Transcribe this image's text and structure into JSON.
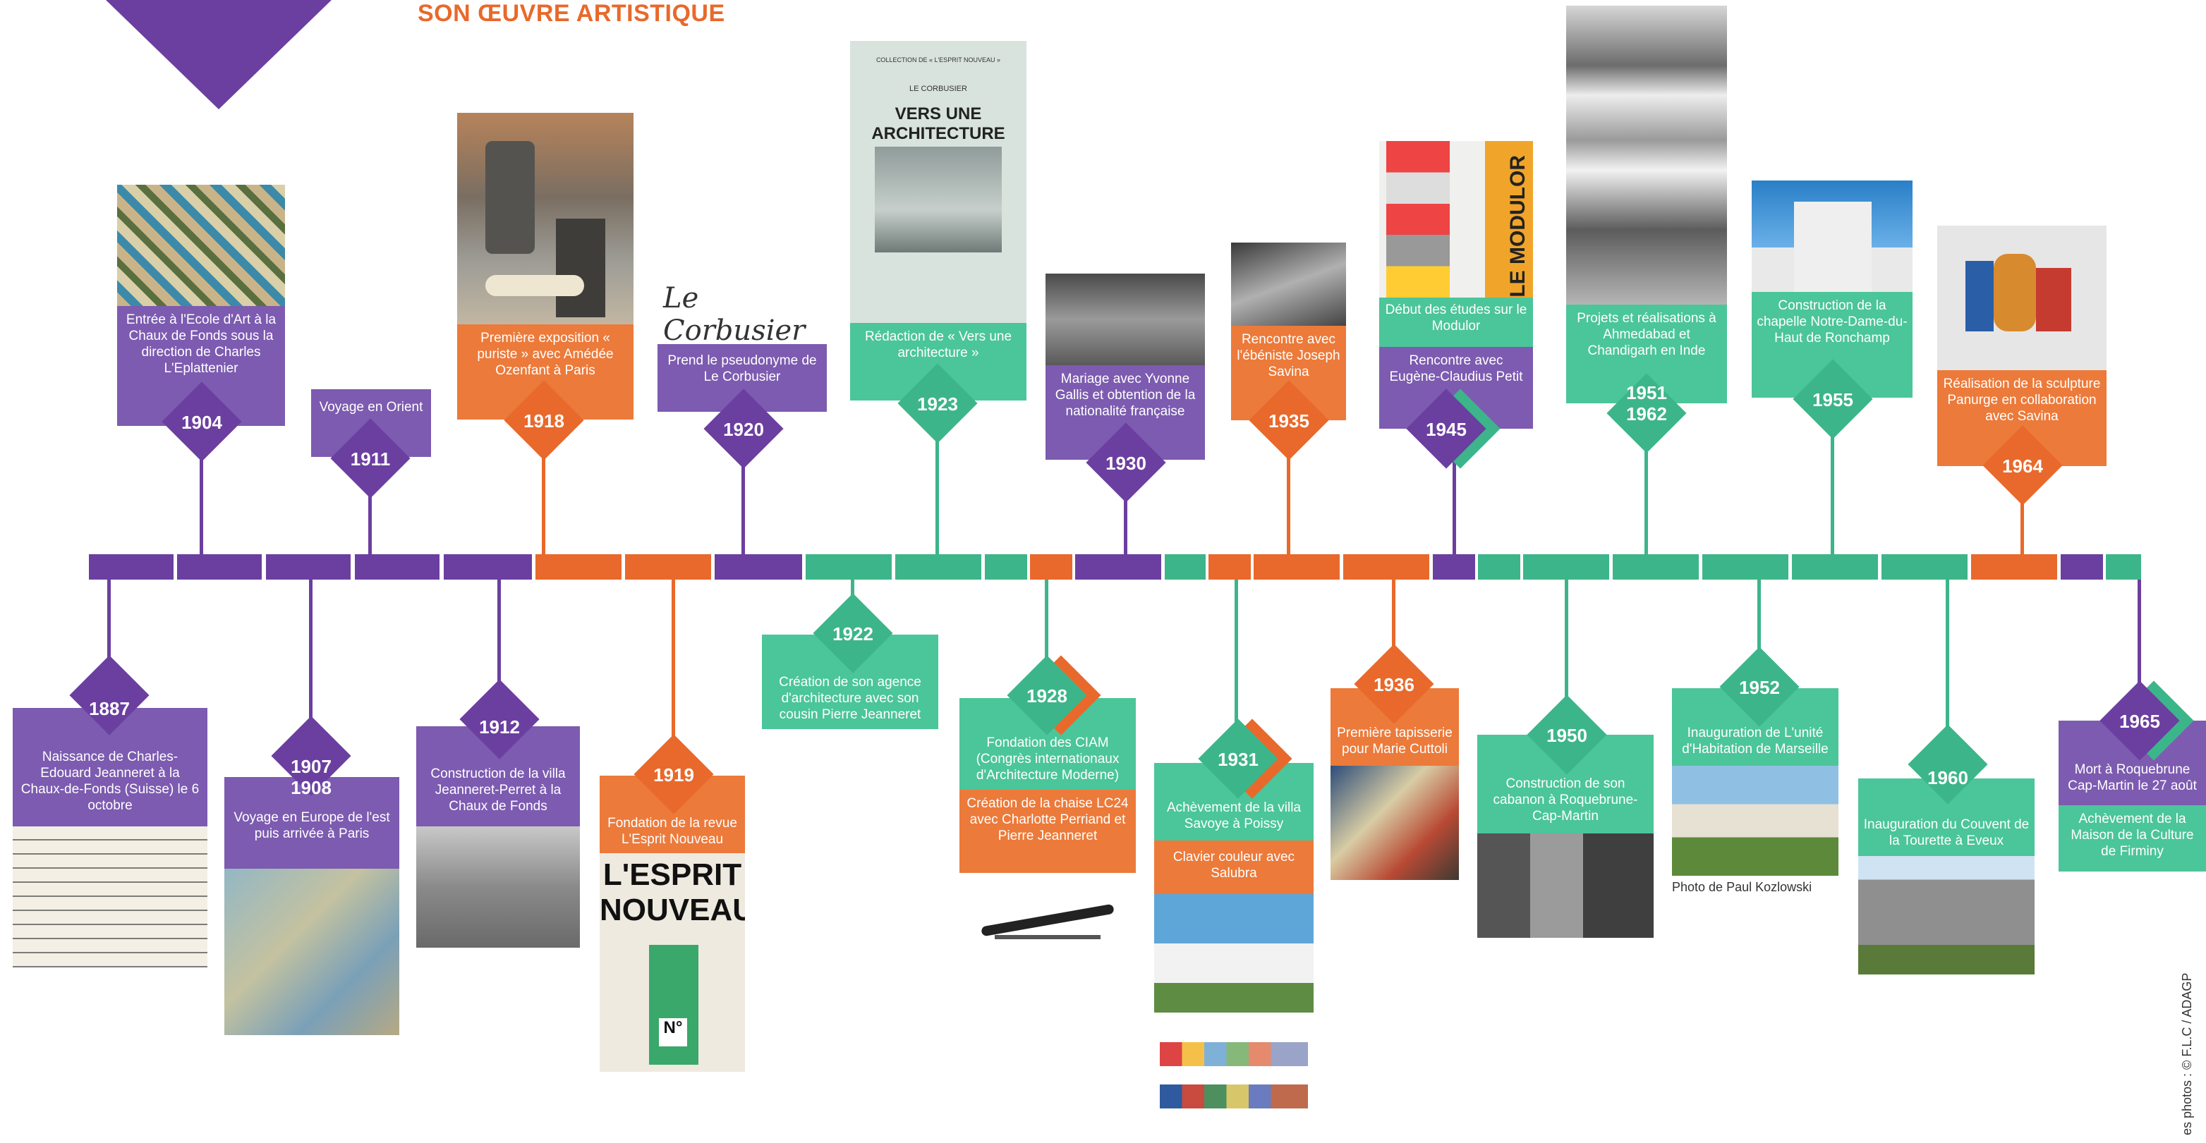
{
  "header": {
    "title": "SON ŒUVRE ARTISTIQUE"
  },
  "colors": {
    "purple": "#6b3fa0",
    "orange": "#e8692b",
    "green": "#3db58a"
  },
  "events_top": [
    {
      "year": "1904",
      "label": "Entrée à l'Ecole d'Art à la Chaux de Fonds sous la direction de Charles L'Eplattenier"
    },
    {
      "year": "1911",
      "label": "Voyage en Orient"
    },
    {
      "year": "1918",
      "label": "Première exposition « puriste » avec Amédée Ozenfant à Paris"
    },
    {
      "year": "1920",
      "label": "Prend le pseudonyme de Le Corbusier"
    },
    {
      "year": "1923",
      "label": "Rédaction de « Vers une architecture »"
    },
    {
      "year": "1930",
      "label": "Mariage avec Yvonne Gallis et obtention de la nationalité française"
    },
    {
      "year": "1935",
      "label": "Rencontre avec l'ébéniste Joseph Savina"
    },
    {
      "year": "1945",
      "label": "Début des études sur le Modulor",
      "label2": "Rencontre avec Eugène-Claudius Petit"
    },
    {
      "year": "1951\n1962",
      "label": "Projets et réalisations à Ahmedabad et Chandigarh en Inde"
    },
    {
      "year": "1955",
      "label": "Construction de la chapelle Notre-Dame-du-Haut de Ronchamp"
    },
    {
      "year": "1964",
      "label": "Réalisation de la sculpture Panurge en collaboration avec Savina"
    }
  ],
  "events_bottom": [
    {
      "year": "1887",
      "label": "Naissance de Charles-Edouard Jeanneret à la Chaux-de-Fonds (Suisse) le 6 octobre"
    },
    {
      "year": "1907\n1908",
      "label": "Voyage en Europe de l'est puis arrivée à Paris"
    },
    {
      "year": "1912",
      "label": "Construction de la villa Jeanneret-Perret à la Chaux de Fonds"
    },
    {
      "year": "1919",
      "label": "Fondation de la revue L'Esprit Nouveau"
    },
    {
      "year": "1922",
      "label": "Création de son agence d'architecture avec son cousin Pierre Jeanneret"
    },
    {
      "year": "1928",
      "label": "Fondation des CIAM (Congrès internationaux d'Architecture Moderne)",
      "label2": "Création de la chaise LC24 avec Charlotte Perriand et Pierre Jeanneret"
    },
    {
      "year": "1931",
      "label": "Achèvement de la villa Savoye à Poissy",
      "label2": "Clavier couleur avec Salubra"
    },
    {
      "year": "1936",
      "label": "Première tapisserie pour Marie Cuttoli"
    },
    {
      "year": "1950",
      "label": "Construction de son cabanon à Roquebrune-Cap-Martin"
    },
    {
      "year": "1952",
      "label": "Inauguration de L'unité d'Habitation de Marseille"
    },
    {
      "year": "1960",
      "label": "Inauguration du Couvent de la Tourette à Eveux"
    },
    {
      "year": "1965",
      "label": "Mort à Roquebrune Cap-Martin le 27 août",
      "label2": "Achèvement de la Maison de la Culture de Firminy"
    }
  ],
  "images": {
    "signature": "Le Corbusier",
    "book_series": "COLLECTION DE « L'ESPRIT NOUVEAU »",
    "book_author": "LE CORBUSIER",
    "book_title": "VERS UNE ARCHITECTURE",
    "revue_title1": "L'ESPRIT",
    "revue_title2": "NOUVEAU",
    "revue_num": "N°",
    "modulor": "LE MODULOR",
    "photo_credit": "Photo de Paul Kozlowski",
    "rights_credit": "es photos : © F.L.C / ADAGP"
  }
}
